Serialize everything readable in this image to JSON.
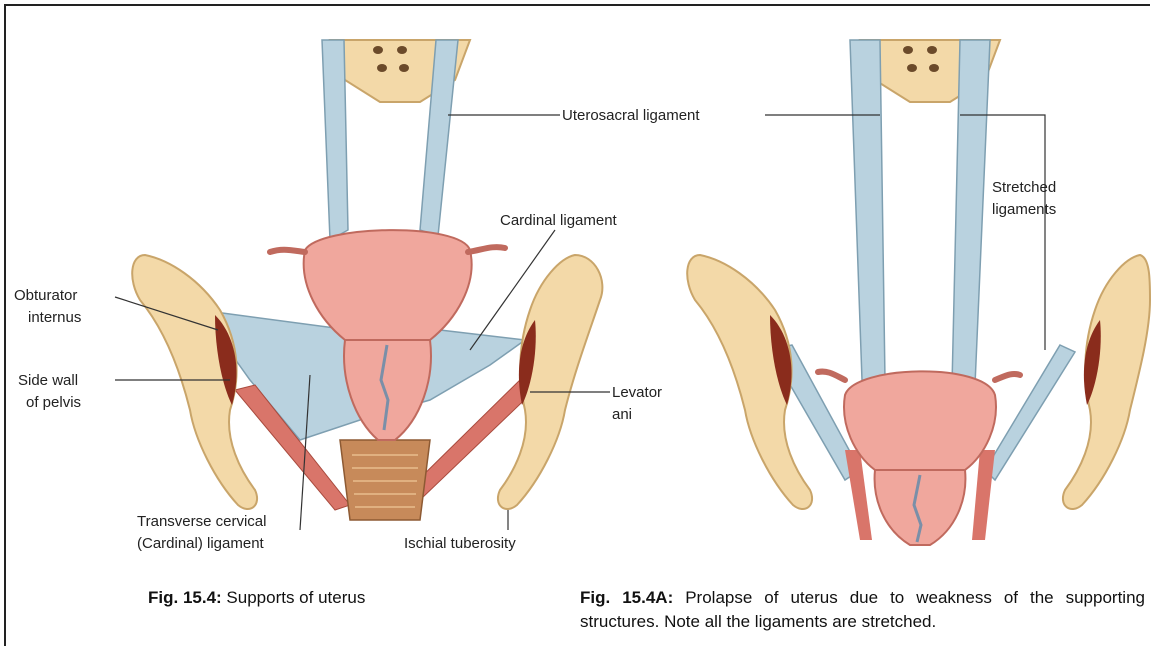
{
  "figure_left": {
    "labels": {
      "uterosacral": "Uterosacral ligament",
      "cardinal": "Cardinal ligament",
      "obturator_1": "Obturator",
      "obturator_2": "internus",
      "sidewall_1": "Side wall",
      "sidewall_2": "of pelvis",
      "levator_1": "Levator",
      "levator_2": "ani",
      "transverse_1": "Transverse cervical",
      "transverse_2": "(Cardinal) ligament",
      "ischial": "Ischial tuberosity"
    },
    "caption_number": "Fig. 15.4:",
    "caption_text": " Supports of  uterus"
  },
  "figure_right": {
    "labels": {
      "stretched_1": "Stretched",
      "stretched_2": "ligaments"
    },
    "caption_number": "Fig. 15.4A:",
    "caption_text": " Prolapse of uterus due to weakness of the supporting structures. Note all the ligaments are stretched."
  },
  "colors": {
    "ligament": "#b9d2df",
    "ligament_edge": "#7e9fb1",
    "uterus": "#f0a79d",
    "uterus_edge": "#c06a5e",
    "bone": "#f3d9a8",
    "bone_edge": "#c9a56a",
    "muscle": "#8a2c1c",
    "levator": "#d9756a"
  }
}
